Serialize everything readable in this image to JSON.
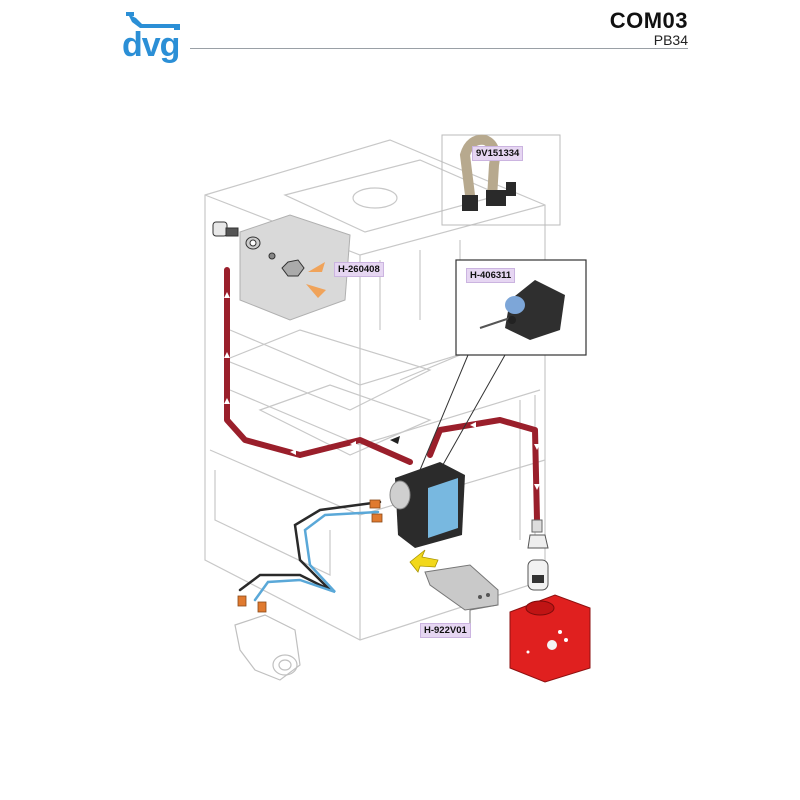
{
  "header": {
    "brand": "dvg",
    "code": "COM03",
    "model": "PB34"
  },
  "colors": {
    "brand": "#2b8fd6",
    "hose": "#9a1f2b",
    "label_bg": "#e6d6f2",
    "pump": "#6fb4de",
    "tank": "#e0201f"
  },
  "parts": [
    {
      "id": "9V151334"
    },
    {
      "id": "H-260408"
    },
    {
      "id": "H-406311"
    },
    {
      "id": "H-922V01"
    }
  ]
}
